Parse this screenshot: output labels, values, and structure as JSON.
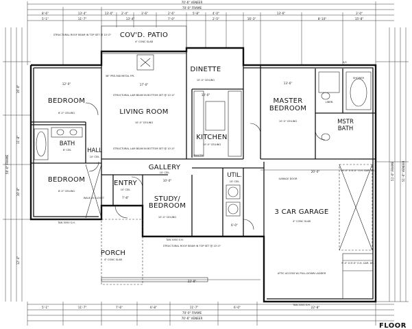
{
  "rooms": {
    "patio": "COV'D. PATIO",
    "patio_note": "4\" CONC SLAB",
    "living": "LIVING ROOM",
    "living_ceil": "10'-0\" CEILING",
    "dinette": "DINETTE",
    "dinette_ceil": "10'-0\" CEILING",
    "kitchen": "KITCHEN",
    "kitchen_ceil": "10'-0\" CEILING",
    "master": "MASTER",
    "master2": "BEDROOM",
    "master_ceil": "10'-0\" CEILING",
    "mstr_bath": "MSTR",
    "mstr_bath2": "BATH",
    "bed1": "BEDROOM",
    "bed1_ceil": "8'-0\" CEILING",
    "bed2": "BEDROOM",
    "bed2_ceil": "8'-0\" CEILING",
    "bath": "BATH",
    "bath_ceil": "8' CEIL",
    "hall": "HALL",
    "hall_ceil": "10' CEIL",
    "gallery": "GALLERY",
    "gallery_ceil": "10' CEIL",
    "entry": "ENTRY",
    "entry_ceil": "10' CEIL",
    "study": "STUDY/",
    "study2": "BEDROOM",
    "study_ceil": "10'-0\" CEILING",
    "util": "UTIL.",
    "util_ceil": "10' CEIL",
    "garage": "3 CAR GARAGE",
    "garage_note": "4\" CONC SLAB",
    "porch": "PORCH",
    "porch_note": "4\" CONC SLAB",
    "walk_closet": "WALK IN CLOSET",
    "pantry": "PANTRY",
    "linen": "LINEN",
    "shower": "SHOWER",
    "ac": "A/C"
  },
  "notes": {
    "beam_top": "STRUCTURAL ROOF BEAM IN TOP SET @ 10'-0\"",
    "lam_beam": "STRUCTURAL LAM BEAM IN BOTTOM SET @ 10'-0\"",
    "fireplace": "36\" PRE-FAB METAL FPL",
    "garage_door": "GARAGE DOOR",
    "attic": "ATTIC ACCESS W/ PULL-DOWN LADDER",
    "wall_note": "TAN 3050 S.H.",
    "wall_note2": "TAN 5050 S.H.",
    "wall_note3": "TAN 2050 S.H.",
    "header": "16'-0\" X 8'-0\" O.H. GAR. DR.",
    "header2": "9'-0\" X 8'-0\" O.H. GAR. DR."
  },
  "dimensions": {
    "top_overall": "70'-6\" VENEER",
    "top_frame": "70'-0\" FRAME",
    "top_segments": [
      "8'-6\"",
      "13'-4\"",
      "13'-0\"",
      "2'-4\"",
      "3'-6\"",
      "2'-6\"",
      "5'-8\"",
      "4'-0\"",
      "13'-6\"",
      "3'-0\""
    ],
    "top_segments2": [
      "5'-1\"",
      "11'-7\"",
      "13'-4\"",
      "7'-0\"",
      "2'-5\"",
      "16'-3\"",
      "8'-10\"",
      "15'-8\""
    ],
    "bottom_segments": [
      "5'-1\"",
      "11'-7\"",
      "7'-6\"",
      "6'-8\"",
      "11'-7\"",
      "6'-0\"",
      "22'-8\""
    ],
    "bottom_overall": "70'-6\" VENEER",
    "bottom_frame": "70'-0\" FRAME",
    "left_overall": "50'-0\" FRAME",
    "left_segments": [
      "16'-0\"",
      "11'-8\"",
      "10'-0\"",
      "12'-4\""
    ],
    "right_overall": "51'-6\" VENEER",
    "right_frame": "51'-0\" FRAME",
    "mid_dims": [
      "12'-0\"",
      "17'-0\"",
      "10'-0\"",
      "13'-6\"",
      "10'-0\"",
      "7'-8\"",
      "6'-0\"",
      "20'-0\"",
      "22'-8\""
    ]
  },
  "title": "FLOOR"
}
